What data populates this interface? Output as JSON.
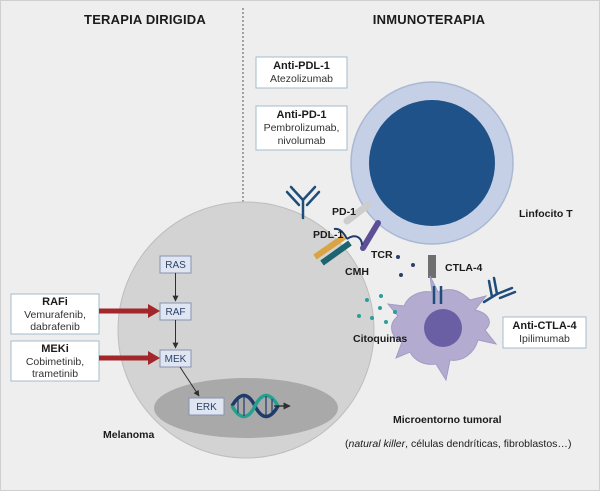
{
  "titles": {
    "left": "TERAPIA DIRIGIDA",
    "right": "INMUNOTERAPIA"
  },
  "cascade": {
    "ras": "RAS",
    "raf": "RAF",
    "mek": "MEK",
    "erk": "ERK"
  },
  "inhibitors": {
    "rafi": {
      "title": "RAFi",
      "line1": "Vemurafenib,",
      "line2": "dabrafenib"
    },
    "meki": {
      "title": "MEKi",
      "line1": "Cobimetinib,",
      "line2": "trametinib"
    }
  },
  "drugs": {
    "anti_pdl1": {
      "title": "Anti-PDL-1",
      "line1": "Atezolizumab"
    },
    "anti_pd1": {
      "title": "Anti-PD-1",
      "line1": "Pembrolizumab,",
      "line2": "nivolumab"
    },
    "anti_ctla4": {
      "title": "Anti-CTLA-4",
      "line1": "Ipilimumab"
    }
  },
  "labels": {
    "melanoma": "Melanoma",
    "lymphocyte": "Linfocito T",
    "pd1": "PD-1",
    "pdl1": "PDL-1",
    "tcr": "TCR",
    "cmh": "CMH",
    "ctla4": "CTLA-4",
    "cytokines": "Citoquinas",
    "microenvironment": "Microentorno tumoral",
    "micro_detail_italic": "natural killer",
    "micro_detail_rest": ", células dendríticas, fibroblastos…"
  },
  "colors": {
    "lymphocyte_nucleus": "#1f5288",
    "inhibitor_arrow": "#a3262a",
    "dendritic_cell": "#b3acd0",
    "box_border": "#a4bccd"
  }
}
